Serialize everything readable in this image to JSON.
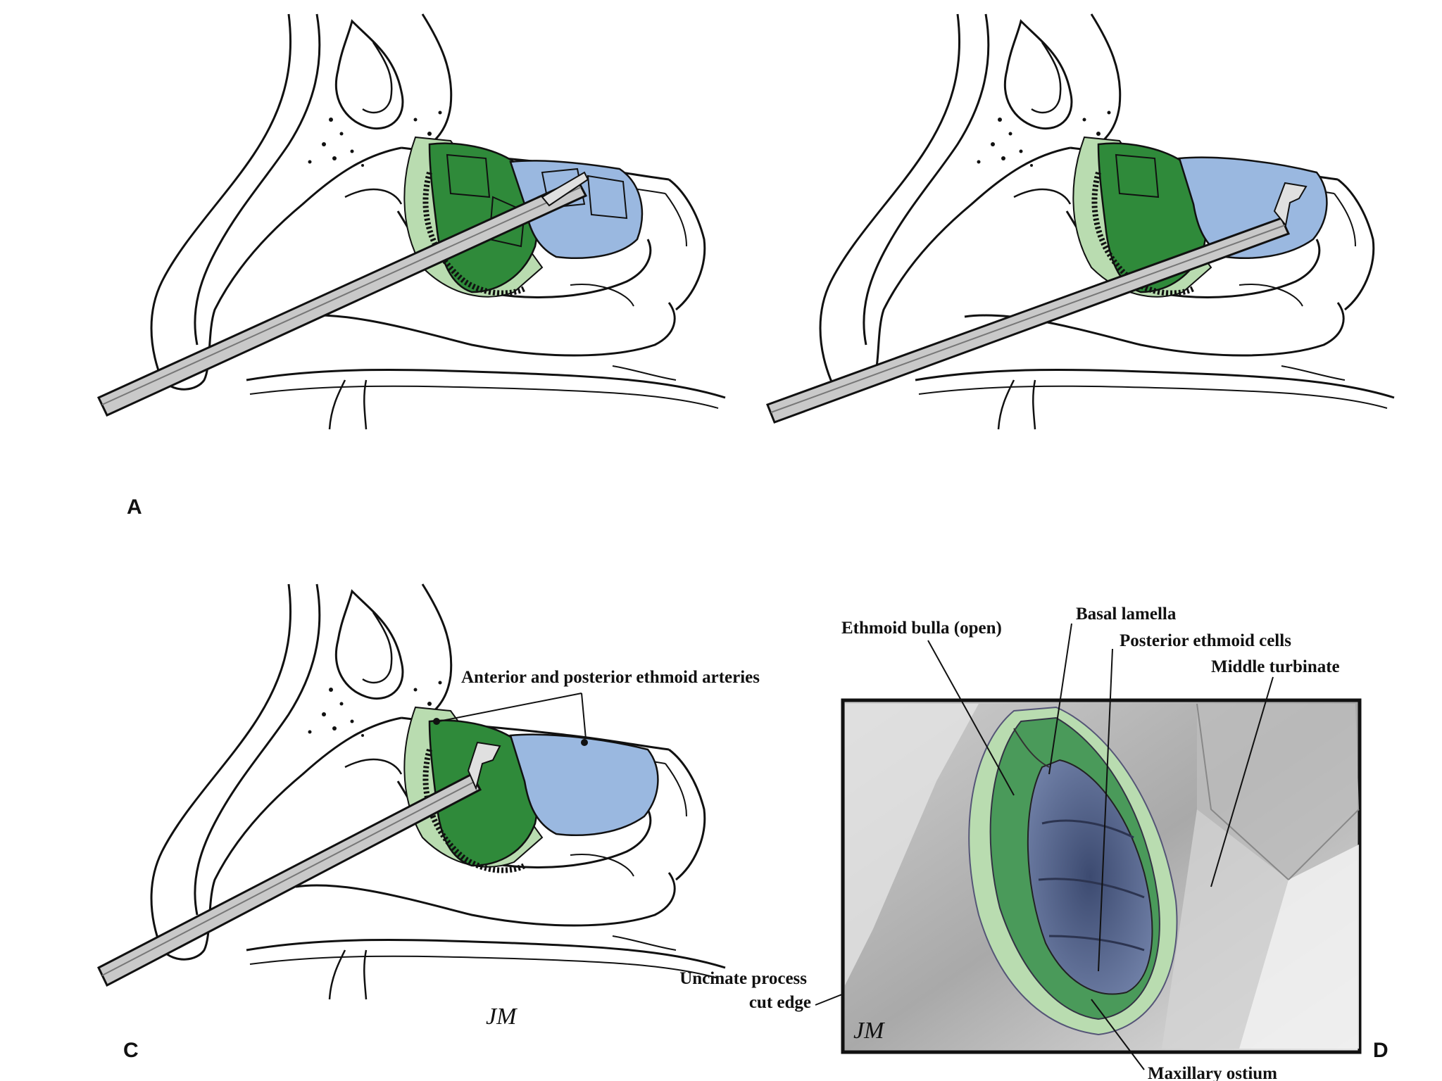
{
  "panels": {
    "a": {
      "letter": "A"
    },
    "b": {
      "letter": ""
    },
    "c": {
      "letter": "C",
      "label_arteries": "Anterior and posterior ethmoid arteries",
      "label_uncinate_1": "Uncinate process",
      "label_uncinate_2": "cut edge",
      "signature": "JM"
    },
    "d": {
      "letter": "D",
      "label_bulla": "Ethmoid bulla (open)",
      "label_basal": "Basal lamella",
      "label_posterior": "Posterior ethmoid cells",
      "label_middle": "Middle turbinate",
      "label_ostium": "Maxillary ostium",
      "signature": "JM"
    }
  },
  "colors": {
    "anterior_ethmoid": "#2f8a3a",
    "posterior_ethmoid": "#9ab8e0",
    "mucosa_light_green": "#b9dcb0",
    "instrument": "#c9c9c9",
    "line": "#111111",
    "endoscopic_blue": "#5a6b95"
  }
}
